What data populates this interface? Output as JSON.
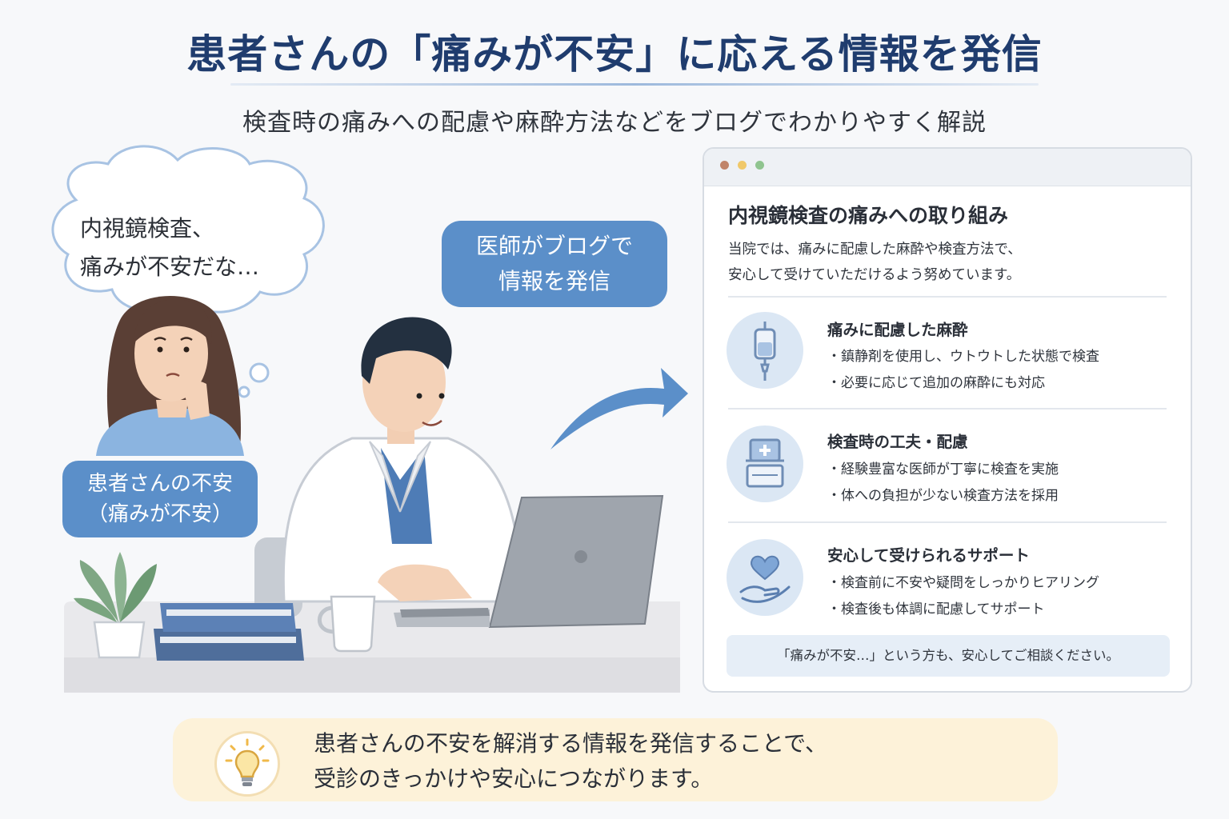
{
  "title": "患者さんの「痛みが不安」に応える情報を発信",
  "subtitle": "検査時の痛みへの配慮や麻酔方法などをブログでわかりやすく解説",
  "thought_bubble": {
    "line1": "内視鏡検査、",
    "line2": "痛みが不安だな…"
  },
  "doctor_label": "医師がブログで\n情報を発信",
  "patient_label": "患者さんの不安\n（痛みが不安）",
  "blog": {
    "title": "内視鏡検査の痛みへの取り組み",
    "intro_line1": "当院では、痛みに配慮した麻酔や検査方法で、",
    "intro_line2": "安心して受けていただけるよう努めています。",
    "features": [
      {
        "title": "痛みに配慮した麻酔",
        "bullets": [
          "・鎮静剤を使用し、ウトウトした状態で検査",
          "・必要に応じて追加の麻酔にも対応"
        ],
        "icon": "iv-drip-icon"
      },
      {
        "title": "検査時の工夫・配慮",
        "bullets": [
          "・経験豊富な医師が丁寧に検査を実施",
          "・体への負担が少ない検査方法を採用"
        ],
        "icon": "medical-monitor-icon"
      },
      {
        "title": "安心して受けられるサポート",
        "bullets": [
          "・検査前に不安や疑問をしっかりヒアリング",
          "・検査後も体調に配慮してサポート"
        ],
        "icon": "heart-hand-icon"
      }
    ],
    "note": "「痛みが不安…」という方も、安心してご相談ください。",
    "window_dots": [
      "#c0846a",
      "#f0c869",
      "#8fc48f"
    ]
  },
  "conclusion": {
    "line1": "患者さんの不安を解消する情報を発信することで、",
    "line2": "受診のきっかけや安心につながります。",
    "icon": "lightbulb-icon"
  },
  "colors": {
    "accent": "#5b8fc9",
    "title": "#1f3c6e",
    "icon_bg": "#dbe7f4",
    "bottom_bg": "#fdf2d9"
  }
}
